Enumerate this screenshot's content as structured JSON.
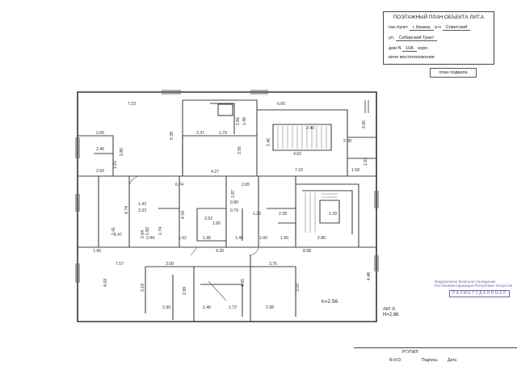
{
  "title_block": {
    "title": "ПОЭТАЖНЫЙ ПЛАН ОБЪЕКТА ЛИТ.А",
    "settlement_label": "нас.пункт",
    "settlement": "г. Казань",
    "district_label": "р-н",
    "district": "Советский",
    "street_label": "ул.",
    "street": "Сибирский Тракт",
    "house_label": "дом N",
    "house": "10А",
    "building_label": "корп.",
    "other_location": "иное местоположение"
  },
  "sheet_label": "план подвала",
  "lit_label": "лит А",
  "lit_height": "Н=2.86",
  "room_height": "h=2.56",
  "stamp": {
    "line1": "Федеральное Казенное учреждение",
    "line2": "Ростехинвентаризация Республики Татарстан",
    "big": "Р А З М Е Т У Д А Н Н Ы Е  Р"
  },
  "signature_table": {
    "header": "РГУПИЛ",
    "col_name": "Ф.И.О.",
    "col_sign": "Подпись",
    "col_date": "Дата"
  },
  "dimensions": [
    {
      "id": "d1",
      "text": "7.23"
    },
    {
      "id": "d2",
      "text": "6.05"
    },
    {
      "id": "d3",
      "text": "2.65"
    },
    {
      "id": "d4",
      "text": "2.46"
    },
    {
      "id": "d5",
      "text": "2.50"
    },
    {
      "id": "d6",
      "text": "2.85"
    },
    {
      "id": "d7",
      "text": "1.93"
    },
    {
      "id": "d8",
      "text": "5.38"
    },
    {
      "id": "d9",
      "text": "2.37"
    },
    {
      "id": "d10",
      "text": "1.79"
    },
    {
      "id": "d11",
      "text": "1.86"
    },
    {
      "id": "d12",
      "text": "1.49"
    },
    {
      "id": "d13",
      "text": "2.40"
    },
    {
      "id": "d14",
      "text": "2.45"
    },
    {
      "id": "d15",
      "text": "4.62"
    },
    {
      "id": "d16",
      "text": "2.88"
    },
    {
      "id": "d17",
      "text": "3.90"
    },
    {
      "id": "d18",
      "text": "2.56"
    },
    {
      "id": "d19",
      "text": "4.27"
    },
    {
      "id": "d20",
      "text": "7.10"
    },
    {
      "id": "d21",
      "text": "1.58"
    },
    {
      "id": "d22",
      "text": "1.93"
    },
    {
      "id": "d23",
      "text": "6.74"
    },
    {
      "id": "d24",
      "text": "2.65"
    },
    {
      "id": "d25",
      "text": "1.87"
    },
    {
      "id": "d26",
      "text": "1.43"
    },
    {
      "id": "d27",
      "text": "3.33"
    },
    {
      "id": "d28",
      "text": "4.74"
    },
    {
      "id": "d29",
      "text": "4.34"
    },
    {
      "id": "d30",
      "text": "2.52"
    },
    {
      "id": "d31",
      "text": "0.80"
    },
    {
      "id": "d32",
      "text": "0.79"
    },
    {
      "id": "d33",
      "text": "1.23"
    },
    {
      "id": "d34",
      "text": "2.38"
    },
    {
      "id": "d35",
      "text": "1.29"
    },
    {
      "id": "d36",
      "text": "2.47"
    },
    {
      "id": "d37",
      "text": "2.44"
    },
    {
      "id": "d38",
      "text": "1.74"
    },
    {
      "id": "d39",
      "text": "1.52"
    },
    {
      "id": "d40",
      "text": "1.95"
    },
    {
      "id": "d41",
      "text": "1.40"
    },
    {
      "id": "d42",
      "text": "1.00"
    },
    {
      "id": "d43",
      "text": "1.90"
    },
    {
      "id": "d44",
      "text": "2.80"
    },
    {
      "id": "d45",
      "text": "1.40"
    },
    {
      "id": "d46",
      "text": "4.30"
    },
    {
      "id": "d47",
      "text": "8.98"
    },
    {
      "id": "d48",
      "text": "7.57"
    },
    {
      "id": "d49",
      "text": "3.00"
    },
    {
      "id": "d50",
      "text": "4.69"
    },
    {
      "id": "d51",
      "text": "3.19"
    },
    {
      "id": "d52",
      "text": "2.99"
    },
    {
      "id": "d53",
      "text": "2.40"
    },
    {
      "id": "d54",
      "text": "1.72"
    },
    {
      "id": "d55",
      "text": "3.75"
    },
    {
      "id": "d56",
      "text": "2.98"
    },
    {
      "id": "d57",
      "text": "4.65"
    },
    {
      "id": "d58",
      "text": "3.09"
    },
    {
      "id": "d59",
      "text": "4.48"
    },
    {
      "id": "d60",
      "text": "2.41"
    },
    {
      "id": "d61",
      "text": "1.66"
    },
    {
      "id": "d62",
      "text": "1.82"
    },
    {
      "id": "d63",
      "text": "2.99"
    },
    {
      "id": "d64",
      "text": "0.94"
    }
  ]
}
